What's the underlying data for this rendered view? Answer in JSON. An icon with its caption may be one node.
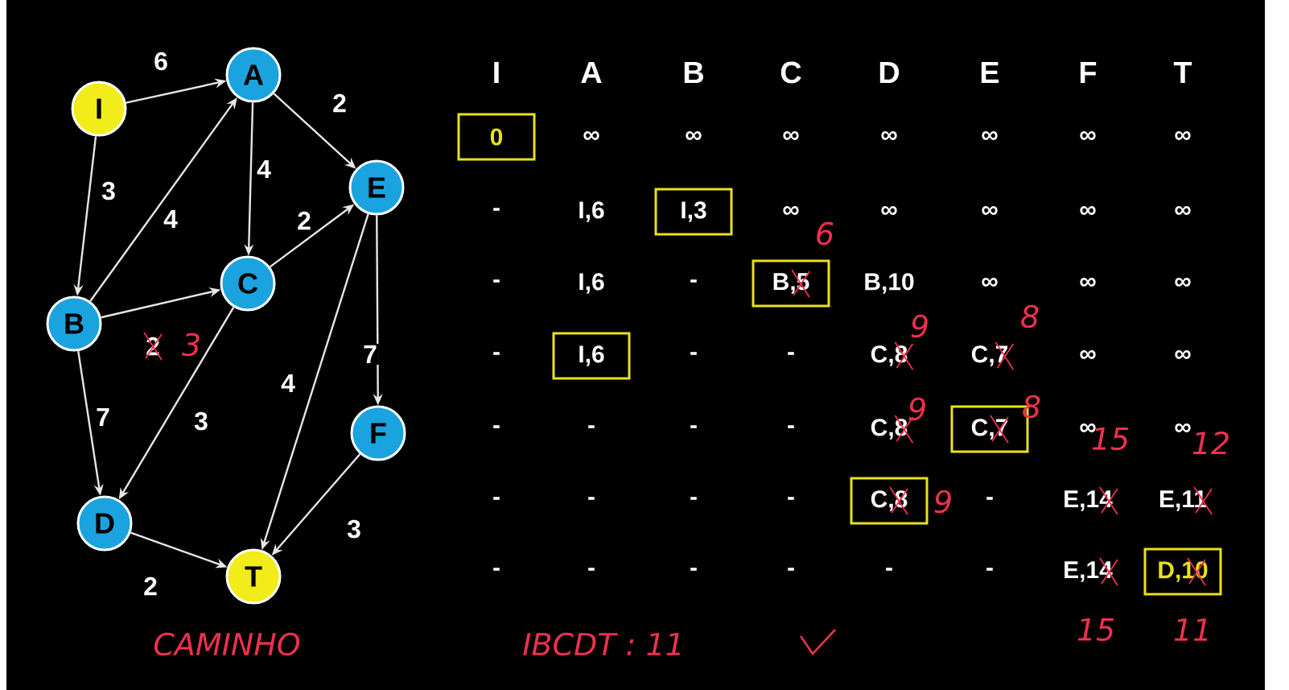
{
  "diagram": {
    "nodes": [
      {
        "text": [
          "I"
        ]
      },
      {
        "text": [
          "A"
        ]
      },
      {
        "text": [
          "E"
        ]
      },
      {
        "text": [
          "B"
        ]
      },
      {
        "text": [
          "C"
        ]
      },
      {
        "text": [
          "F"
        ]
      },
      {
        "text": [
          "D"
        ]
      },
      {
        "text": [
          "T"
        ]
      },
      {
        "text": [
          "0"
        ]
      },
      {
        "text": [
          "I,3"
        ]
      },
      {
        "text": [
          "B,5"
        ],
        "beside": [
          "6"
        ]
      },
      {
        "text": [
          "I,6"
        ]
      },
      {
        "text": [
          "C,7"
        ],
        "beside": [
          "8"
        ]
      },
      {
        "text": [
          "C,8"
        ],
        "beside": [
          "9"
        ]
      },
      {
        "text": [
          "D,10"
        ],
        "beside": [
          "11"
        ]
      }
    ],
    "edges": [
      {
        "from": 0,
        "to": 1,
        "arrow": "to",
        "label": "6"
      },
      {
        "from": 0,
        "to": 3,
        "arrow": "to",
        "label": "3"
      },
      {
        "from": 1,
        "to": 2,
        "arrow": "to",
        "label": "2"
      },
      {
        "from": 1,
        "to": 4,
        "arrow": "to",
        "label": "4"
      },
      {
        "from": 3,
        "to": 1,
        "arrow": "to",
        "label": "4"
      },
      {
        "from": 4,
        "to": 2,
        "arrow": "to",
        "label": "2"
      },
      {
        "from": 3,
        "to": 4,
        "arrow": "to",
        "label": "2"
      },
      {
        "from": 3,
        "to": 6,
        "arrow": "to",
        "label": "7"
      },
      {
        "from": 4,
        "to": 6,
        "arrow": "to",
        "label": "3"
      },
      {
        "from": 2,
        "to": 7,
        "arrow": "to",
        "label": "4"
      },
      {
        "from": 2,
        "to": 5,
        "arrow": "to",
        "label": "7"
      },
      {
        "from": 5,
        "to": 7,
        "arrow": "to",
        "label": "3"
      },
      {
        "from": 6,
        "to": 7,
        "arrow": "to",
        "label": "2"
      }
    ],
    "labels": [
      "I",
      "A",
      "B",
      "C",
      "D",
      "E",
      "F",
      "T",
      "3",
      "∞",
      "∞",
      "∞",
      "∞",
      "∞",
      "∞",
      "∞",
      "-",
      "I,6",
      "∞",
      "∞",
      "∞",
      "∞",
      "∞",
      "-",
      "I,6",
      "-",
      "B,10",
      "∞",
      "∞",
      "∞",
      "-",
      "-",
      "-",
      "C,8",
      "9",
      "C,7",
      "8",
      "∞",
      "∞",
      "-",
      "-",
      "-",
      "-",
      "C,8",
      "9",
      "∞",
      "∞",
      "15",
      "12",
      "-",
      "-",
      "-",
      "-",
      "-",
      "E,14",
      "E,11",
      "-",
      "-",
      "-",
      "-",
      "-",
      "-",
      "E,14",
      "15",
      "CAMINHO",
      "IBCDT : 11"
    ]
  }
}
